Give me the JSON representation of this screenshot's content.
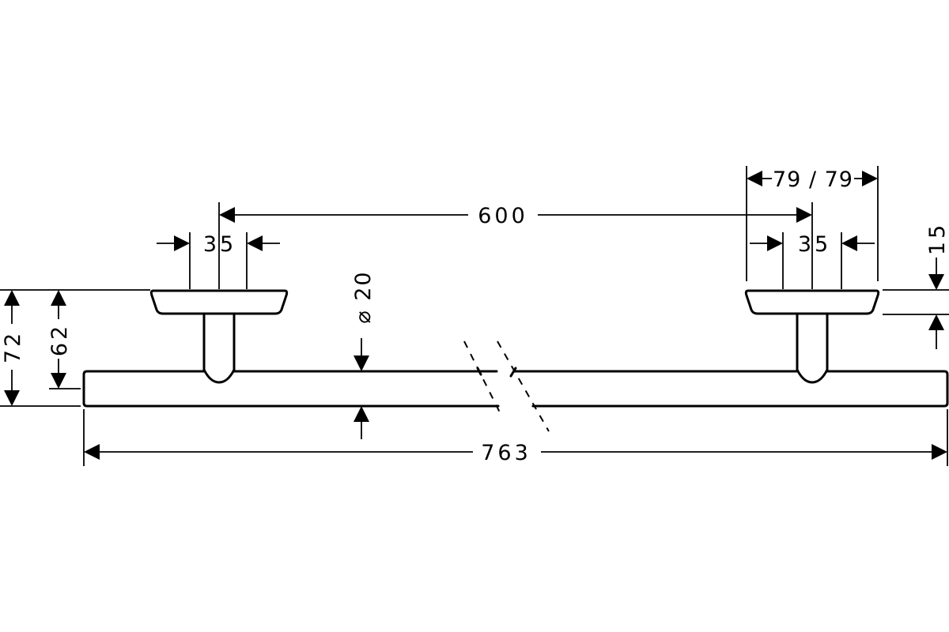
{
  "dimensions": {
    "overall_length": "763",
    "center_distance": "600",
    "bracket_width_left": "35",
    "bracket_width_right": "35",
    "rosette_size": "79 / 79",
    "rosette_thickness": "15",
    "height_total": "72",
    "height_axis": "62",
    "tube_diameter": "⌀ 20"
  },
  "colors": {
    "line": "#000000",
    "background": "#ffffff"
  }
}
